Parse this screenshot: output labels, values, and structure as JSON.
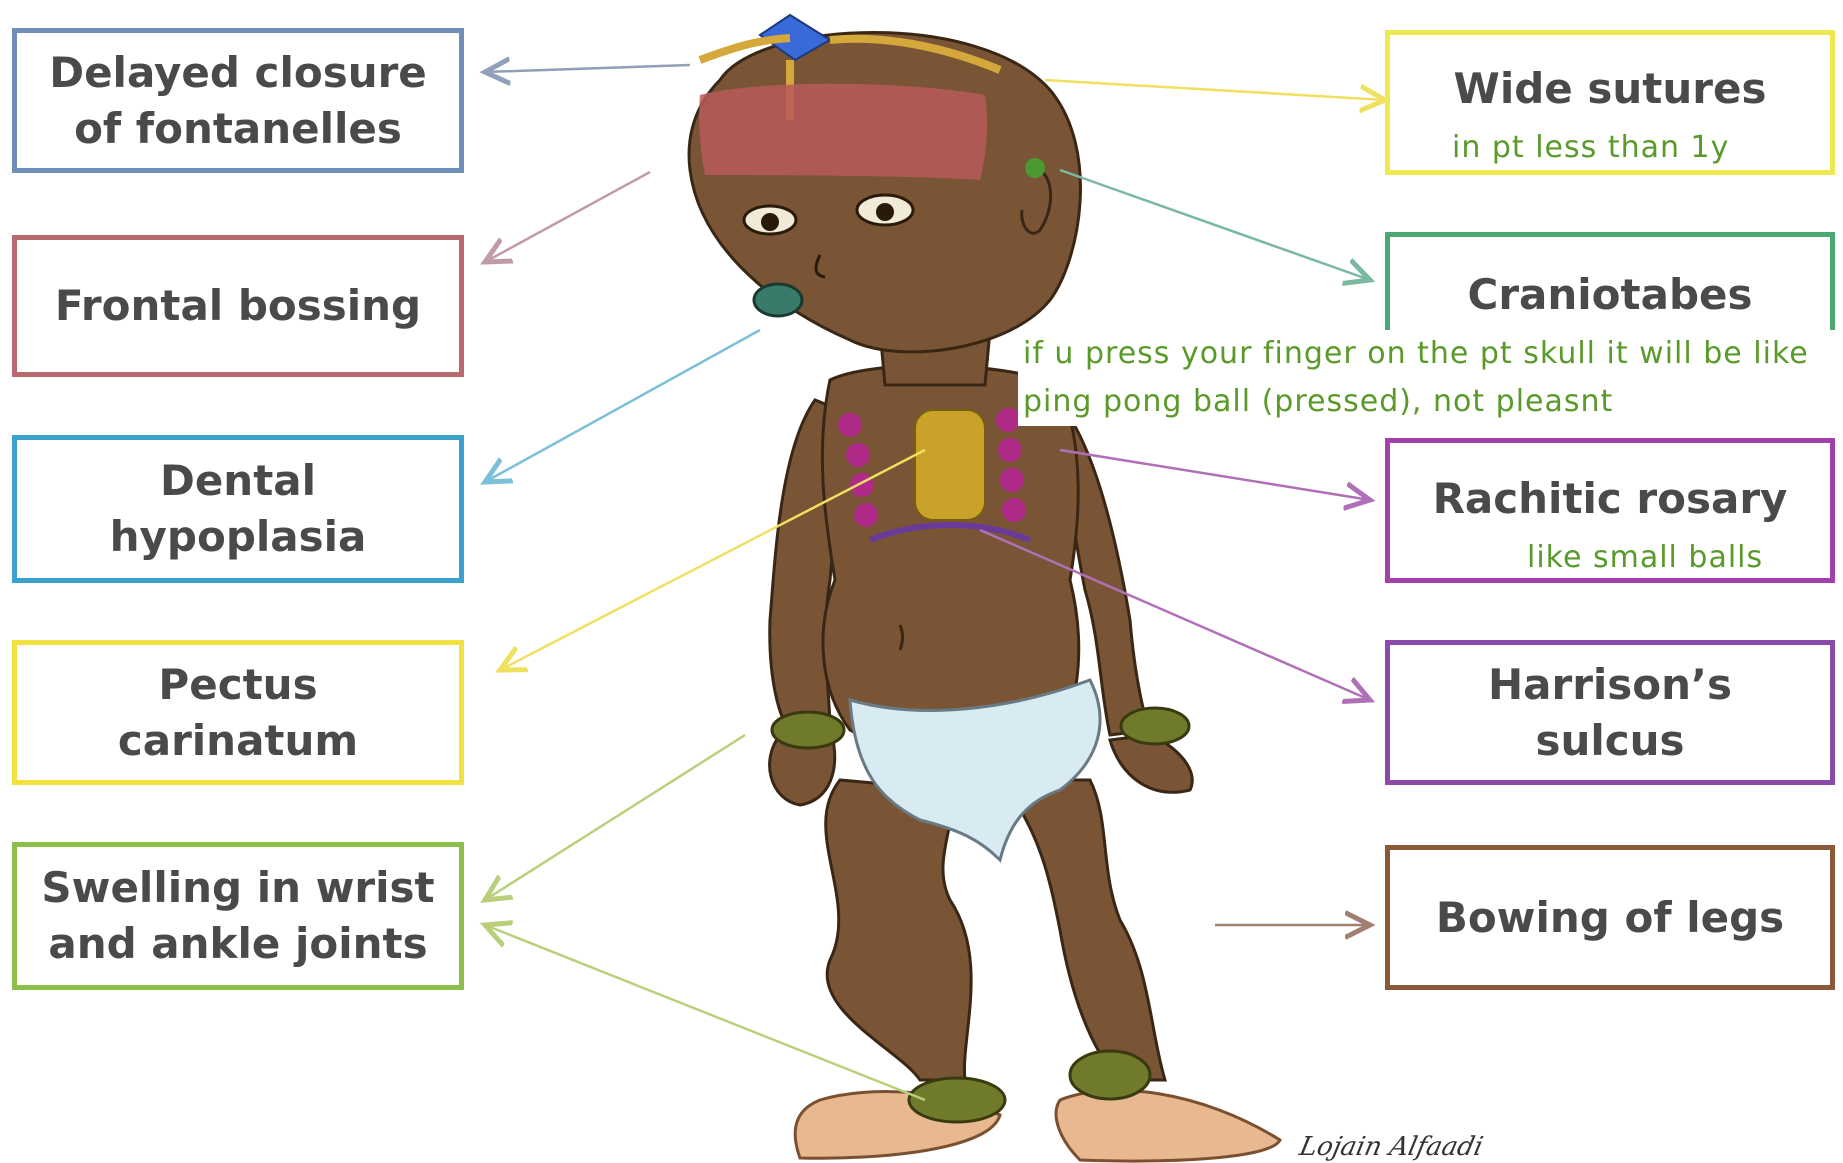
{
  "labels_left": [
    {
      "id": "fontanelles",
      "text": "Delayed closure\nof fontanelles",
      "color": "#6f8fb8"
    },
    {
      "id": "frontal",
      "text": "Frontal bossing",
      "color": "#b86a70"
    },
    {
      "id": "dental",
      "text": "Dental\nhypoplasia",
      "color": "#3aa2cc"
    },
    {
      "id": "pectus",
      "text": "Pectus\ncarinatum",
      "color": "#f0e040"
    },
    {
      "id": "swelling",
      "text": "Swelling in wrist\nand ankle joints",
      "color": "#8cc04a"
    }
  ],
  "labels_right": [
    {
      "id": "sutures",
      "text": "Wide sutures",
      "color": "#f0e850"
    },
    {
      "id": "craniotabes",
      "text": "Craniotabes",
      "color": "#4aa870"
    },
    {
      "id": "rosary",
      "text": "Rachitic rosary",
      "color": "#a040a8"
    },
    {
      "id": "harrison",
      "text": "Harrison’s\nsulcus",
      "color": "#8a4aa8"
    },
    {
      "id": "bowing",
      "text": "Bowing of legs",
      "color": "#8a5a38"
    }
  ],
  "notes": {
    "sutures": "in pt less than 1y",
    "craniotabes": "if u press your finger on the pt skull it will be like ping pong ball (pressed), not pleasnt",
    "rosary": "like small balls"
  },
  "signature": "Lojain Alfaadi"
}
